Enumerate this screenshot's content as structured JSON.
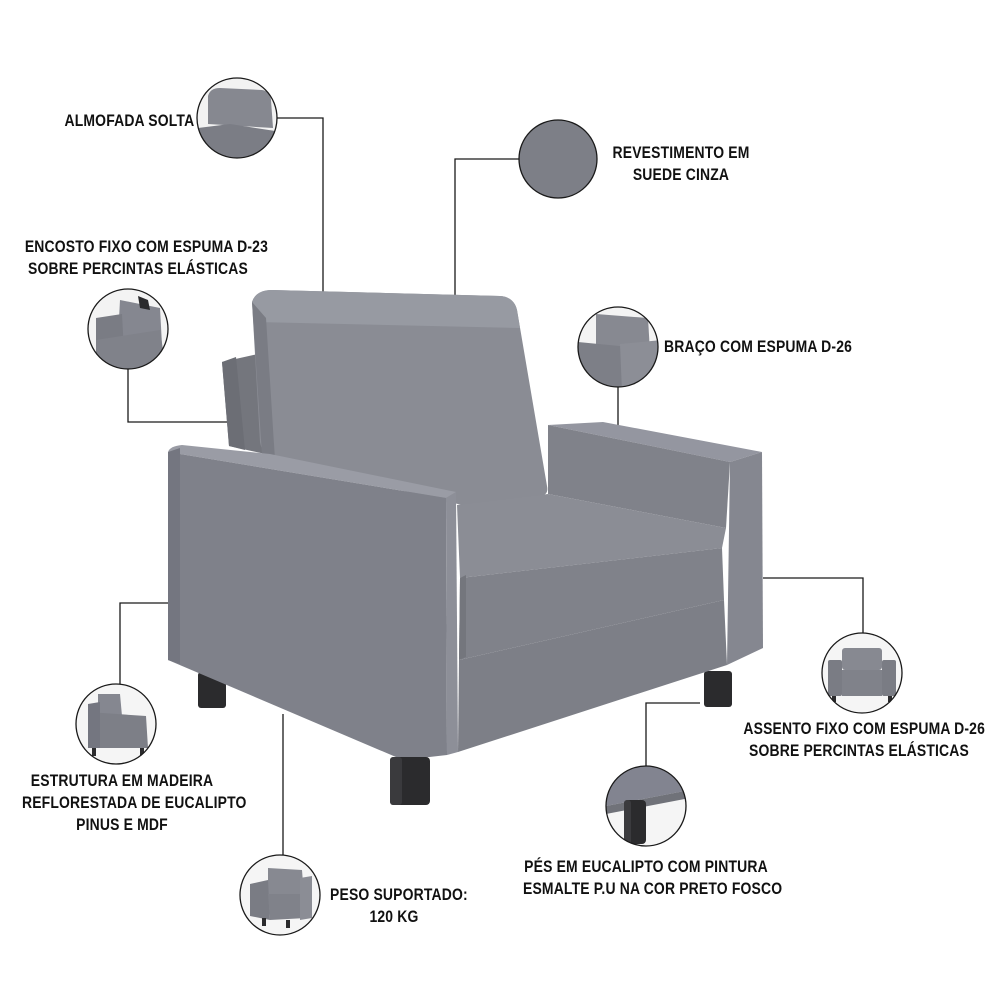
{
  "image": {
    "subject": "armchair",
    "colors": {
      "upholstery": "#7d7f86",
      "upholstery_light": "#8e9098",
      "upholstery_dark": "#6a6c73",
      "legs": "#2b2b2d",
      "leader_line": "#1a1a1a",
      "thumb_ring": "#1a1a1a"
    }
  },
  "labels": {
    "almofada": [
      "ALMOFADA SOLTA"
    ],
    "revestimento": [
      "REVESTIMENTO EM",
      "SUEDE CINZA"
    ],
    "encosto": [
      "ENCOSTO FIXO COM ESPUMA D-23",
      "SOBRE PERCINTAS ELÁSTICAS"
    ],
    "braco": [
      "BRAÇO COM ESPUMA D-26"
    ],
    "assento": [
      "ASSENTO FIXO COM ESPUMA D-26",
      "SOBRE PERCINTAS ELÁSTICAS"
    ],
    "estrutura": [
      "ESTRUTURA EM MADEIRA",
      "REFLORESTADA DE EUCALIPTO",
      "PINUS E MDF"
    ],
    "pes": [
      "PÉS EM EUCALIPTO COM PINTURA",
      "ESMALTE P.U NA COR PRETO FOSCO"
    ],
    "peso": [
      "PESO SUPORTADO:",
      "120 KG"
    ]
  },
  "thumbnails": [
    {
      "id": "almofada",
      "icon": "loose-cushion-icon"
    },
    {
      "id": "revestimento",
      "icon": "fabric-swatch-icon"
    },
    {
      "id": "encosto",
      "icon": "backrest-icon"
    },
    {
      "id": "braco",
      "icon": "armrest-icon"
    },
    {
      "id": "assento",
      "icon": "seat-icon"
    },
    {
      "id": "estrutura",
      "icon": "frame-structure-icon"
    },
    {
      "id": "pes",
      "icon": "leg-icon"
    },
    {
      "id": "peso",
      "icon": "weight-capacity-icon"
    }
  ]
}
